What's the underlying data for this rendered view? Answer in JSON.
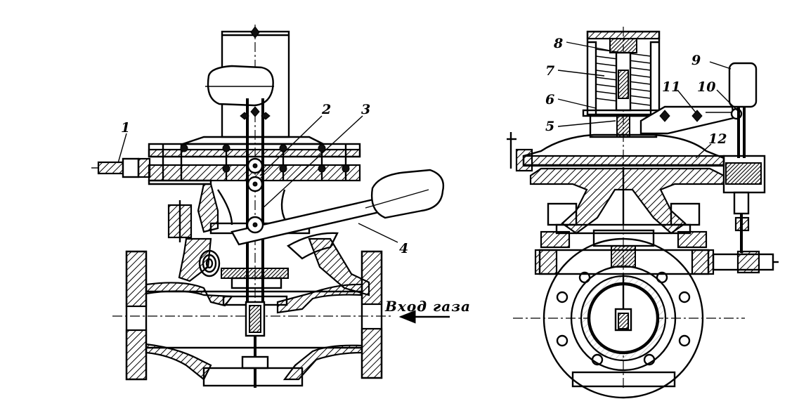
{
  "labels": {
    "l1": "1",
    "l2": "2",
    "l3": "3",
    "l4": "4",
    "l5": "5",
    "l6": "6",
    "l7": "7",
    "l8": "8",
    "l9": "9",
    "l10": "10",
    "l11": "11",
    "l12": "12"
  },
  "gas_inlet": "Вход газа",
  "colors": {
    "ink": "#000000",
    "paper": "#ffffff"
  }
}
